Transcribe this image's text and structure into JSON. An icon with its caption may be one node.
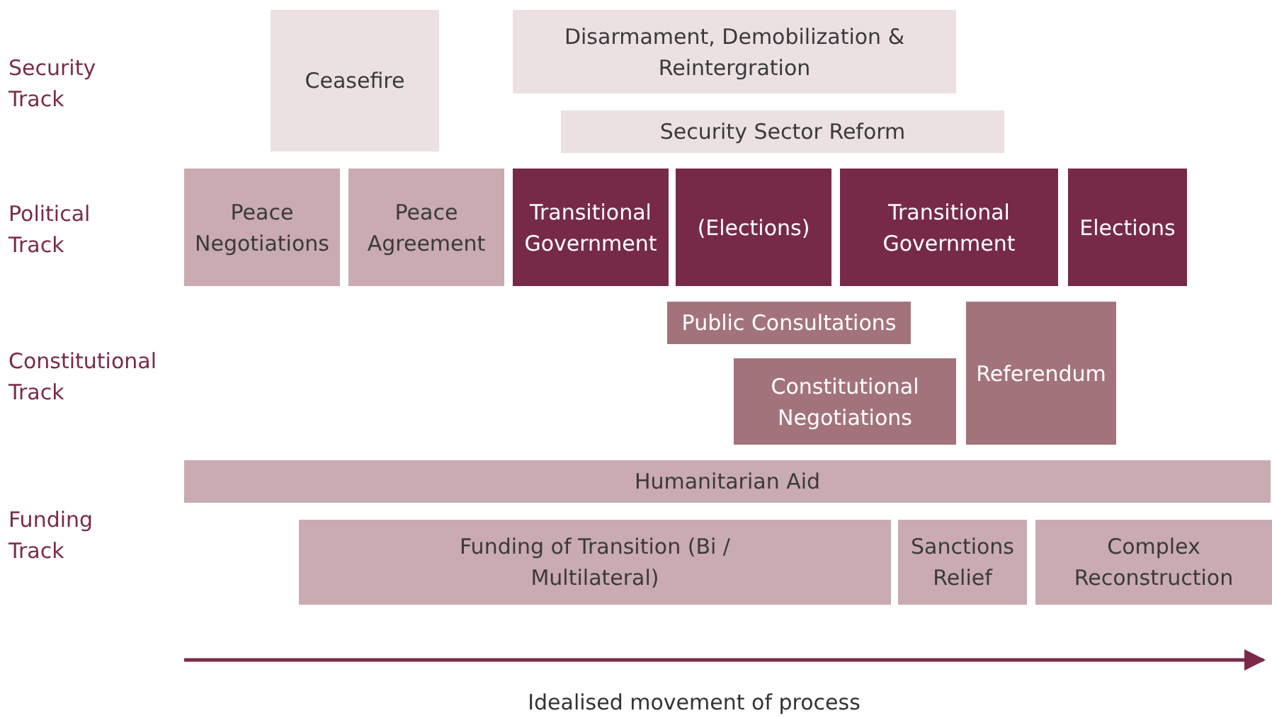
{
  "diagram": {
    "nodes": [
      {
        "text": [
          "Ceasefire"
        ]
      },
      {
        "text": [
          "Disarmament, Demobilization & Reintergration"
        ]
      },
      {
        "text": [
          "Security Sector Reform"
        ]
      },
      {
        "text": [
          "Peace Negotiations"
        ]
      },
      {
        "text": [
          "Peace Agreement"
        ]
      },
      {
        "text": [
          "Transitional Government"
        ]
      },
      {
        "text": [
          "(Elections)"
        ]
      },
      {
        "text": [
          "Transitional Government"
        ]
      },
      {
        "text": [
          "Elections"
        ]
      },
      {
        "text": [
          "Public Consultations"
        ]
      },
      {
        "text": [
          "Constitutional Negotiations"
        ]
      },
      {
        "text": [
          "Referendum"
        ]
      },
      {
        "text": [
          "Humanitarian Aid"
        ]
      },
      {
        "text": [
          "Funding of Transition (Bi / Multilateral)"
        ]
      },
      {
        "text": [
          "Sanctions Relief"
        ]
      },
      {
        "text": [
          "Complex Reconstruction"
        ]
      }
    ],
    "labels": [
      "Security Track",
      "Political Track",
      "Constitutional Track",
      "Funding Track",
      "Idealised movement of process"
    ]
  }
}
